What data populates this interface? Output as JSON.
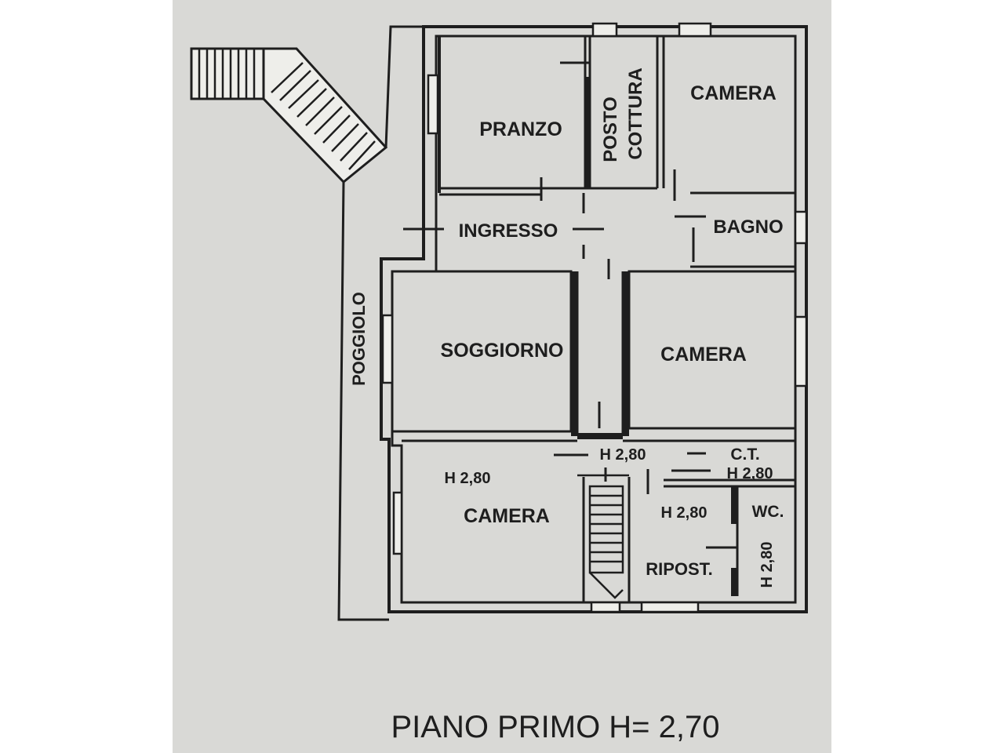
{
  "plan": {
    "title": "PIANO PRIMO H= 2,70",
    "rooms": {
      "pranzo": "PRANZO",
      "posto_cottura_line1": "POSTO",
      "posto_cottura_line2": "COTTURA",
      "camera_north": "CAMERA",
      "ingresso": "INGRESSO",
      "bagno": "BAGNO",
      "soggiorno": "SOGGIORNO",
      "camera_middle": "CAMERA",
      "camera_south": "CAMERA",
      "ct": "C.T.",
      "wc": "WC.",
      "ripostiglio": "RIPOST.",
      "poggiolo": "POGGIOLO"
    },
    "heights": {
      "camera_south": "H 2,80",
      "corridor": "H 2,80",
      "ct": "H 2,80",
      "ripostiglio": "H 2,80",
      "wc": "H 2,80"
    }
  },
  "colors": {
    "paper": "#d9d9d6",
    "ink": "#1e1e1e",
    "background": "#ffffff"
  }
}
